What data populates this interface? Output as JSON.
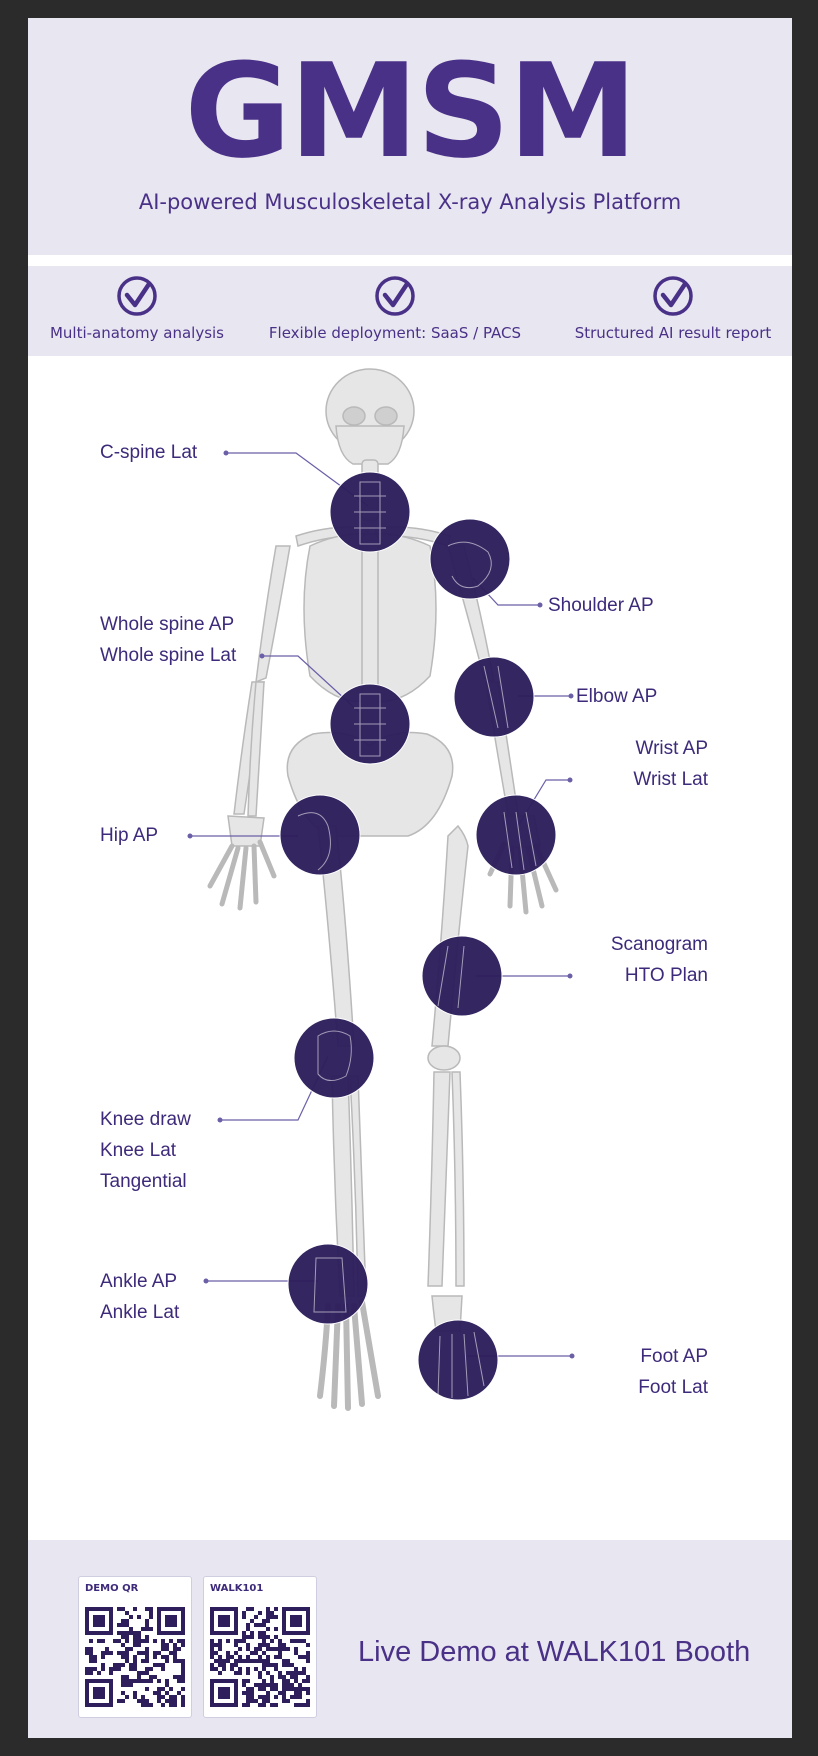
{
  "header": {
    "logo": "GMSM",
    "tagline": "AI-powered Musculoskeletal X-ray Analysis Platform"
  },
  "features": [
    {
      "label": "Multi-anatomy analysis",
      "icon": "check-circle-icon"
    },
    {
      "label": "Flexible deployment: SaaS / PACS",
      "icon": "check-circle-icon"
    },
    {
      "label": "Structured AI result report",
      "icon": "check-circle-icon"
    }
  ],
  "regions": {
    "cspine": [
      "C-spine Lat"
    ],
    "shoulder": [
      "Shoulder AP"
    ],
    "spine": [
      "Whole spine AP",
      "Whole spine Lat"
    ],
    "elbow": [
      "Elbow AP"
    ],
    "wrist": [
      "Wrist AP",
      "Wrist Lat"
    ],
    "hip": [
      "Hip AP"
    ],
    "scanogram": [
      "Scanogram",
      "HTO Plan"
    ],
    "knee": [
      "Knee draw",
      "Knee Lat",
      "Tangential"
    ],
    "ankle": [
      "Ankle AP",
      "Ankle Lat"
    ],
    "foot": [
      "Foot AP",
      "Foot Lat"
    ]
  },
  "footer": {
    "qr_cards": [
      {
        "label": "DEMO QR"
      },
      {
        "label": "WALK101"
      }
    ],
    "cta": "Live Demo at WALK101 Booth"
  },
  "colors": {
    "brand": "#4a3188",
    "panel": "#e8e6f0",
    "marker": "#2e1f5c",
    "bone": "#e6e6e6"
  }
}
